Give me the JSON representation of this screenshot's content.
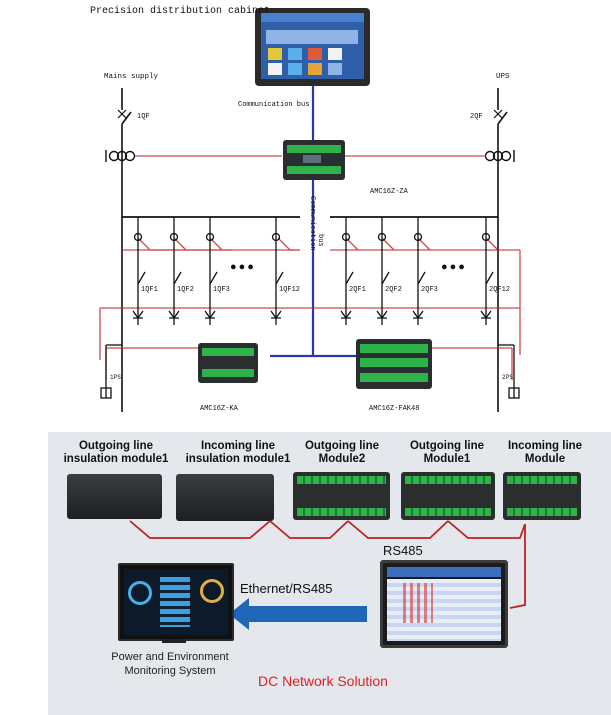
{
  "top": {
    "cabinet_label": "Precision distribution cabinet",
    "mains_label": "Mains supply",
    "ups_label": "UPS",
    "comm_bus_label": "Communication bus",
    "comm_label_vertical_1": "Communication",
    "comm_label_vertical_2": "bus",
    "breaker_1qf": "1QF",
    "breaker_2qf": "2QF",
    "device_za": "AMC16Z-ZA",
    "device_ka": "AMC16Z-KA",
    "device_fak48": "AMC16Z-FAK48",
    "left_feeders": [
      "1QF1",
      "1QF2",
      "1QF3",
      "1QF12"
    ],
    "right_feeders": [
      "2QF1",
      "2QF2",
      "2QF3",
      "2QF12"
    ],
    "left_ups_tag": "1PS",
    "right_ups_tag": "2PS",
    "ellipsis": "●●●"
  },
  "bottom": {
    "modules": [
      {
        "title_1": "Outgoing line",
        "title_2": "insulation module1"
      },
      {
        "title_1": "Incoming line",
        "title_2": "insulation module1"
      },
      {
        "title_1": "Outgoing line",
        "title_2": "Module2"
      },
      {
        "title_1": "Outgoing line",
        "title_2": "Module1"
      },
      {
        "title_1": "Incoming line",
        "title_2": "Module"
      }
    ],
    "rs485_label": "RS485",
    "ethernet_label": "Ethernet/RS485",
    "system_label_1": "Power and Environment",
    "system_label_2": "Monitoring System",
    "solution_title": "DC Network Solution"
  },
  "colors": {
    "bus_blue": "#2b39a8",
    "link_red": "#c02020",
    "arrow_blue": "#1f66b8",
    "title_red": "#e02020"
  }
}
